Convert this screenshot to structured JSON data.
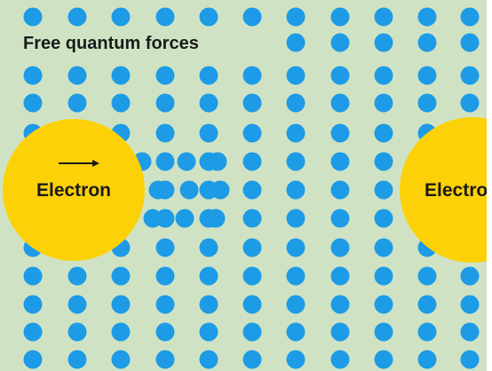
{
  "title": "Free quantum forces",
  "electrons": [
    {
      "label": "Electron",
      "has_motion_arrow": true
    },
    {
      "label": "Electron",
      "has_motion_arrow": false
    }
  ],
  "colors": {
    "background": "#cfe3c4",
    "dot": "#1e9be6",
    "electron": "#fcd107",
    "text": "#1a1a1a",
    "frame": "#ffffff"
  }
}
